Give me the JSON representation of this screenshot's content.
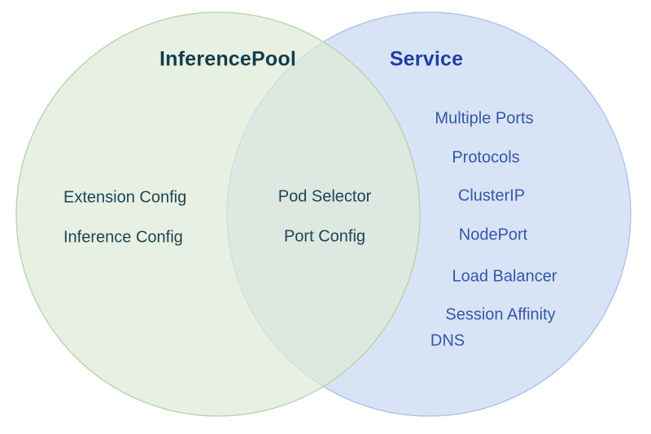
{
  "colors": {
    "green-fill": "#deead7",
    "green-stroke": "#b5d3a8",
    "blue-fill": "#d9e3f6",
    "blue-stroke": "#a6c0ea",
    "teal-title": "#143d4f",
    "teal-item": "#1e4456",
    "navy-title": "#1c419c",
    "blue-item": "#3358a7",
    "background": "#ffffff"
  },
  "venn": {
    "left_circle": {
      "title": "InferencePool",
      "items": [
        "Extension Config",
        "Inference Config"
      ]
    },
    "right_circle": {
      "title": "Service",
      "items": [
        "Multiple Ports",
        "Protocols",
        "ClusterIP",
        "NodePort",
        "Load Balancer",
        "Session Affinity",
        "DNS"
      ]
    },
    "intersection": {
      "items": [
        "Pod Selector",
        "Port Config"
      ]
    }
  }
}
